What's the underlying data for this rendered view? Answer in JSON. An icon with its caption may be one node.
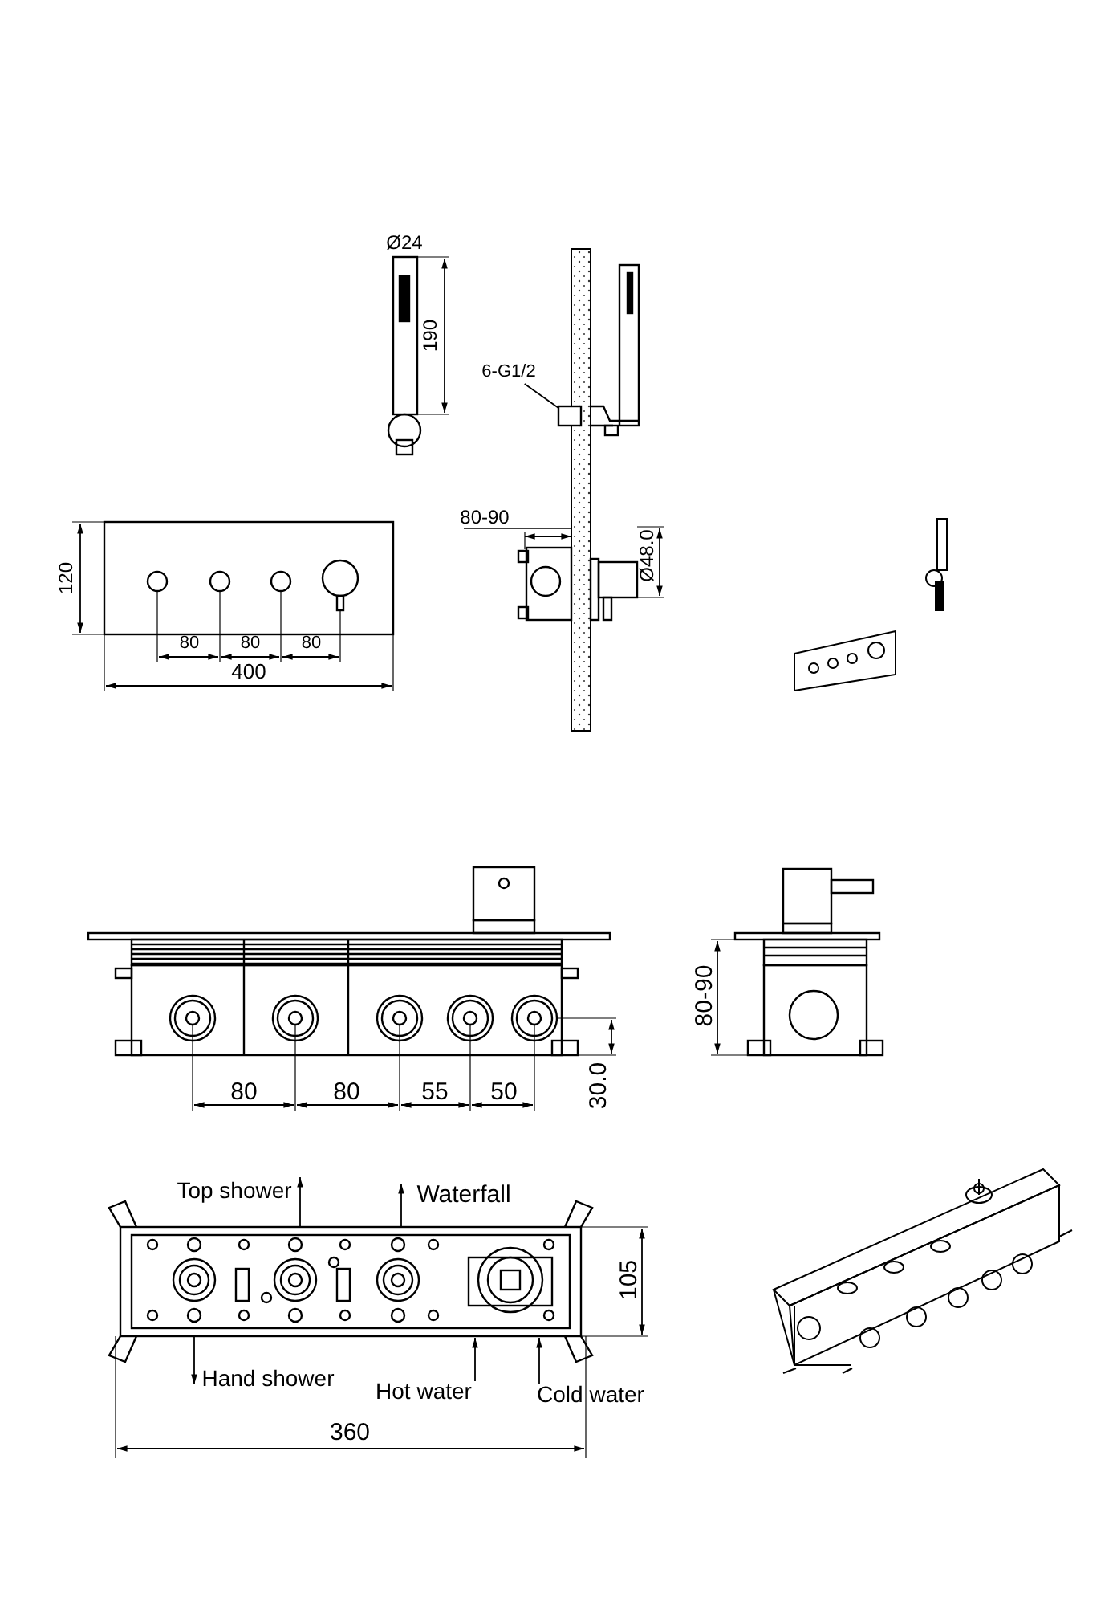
{
  "diagram": {
    "nodes": [
      {
        "text": [
          "6-G1/2"
        ]
      },
      {
        "text": [],
        "shape": "box"
      }
    ],
    "edges": [
      {
        "from": 0,
        "to": 1,
        "arrow": "none"
      }
    ],
    "labels": [
      "Ø24",
      "190",
      "80-90",
      "Ø48.0",
      "120",
      "80",
      "80",
      "80",
      "400",
      "80-90",
      "80",
      "80",
      "55",
      "50",
      "30.0",
      "Top shower",
      "Waterfall",
      "105",
      "Hand shower",
      "Hot water",
      "Cold water",
      "360"
    ]
  }
}
